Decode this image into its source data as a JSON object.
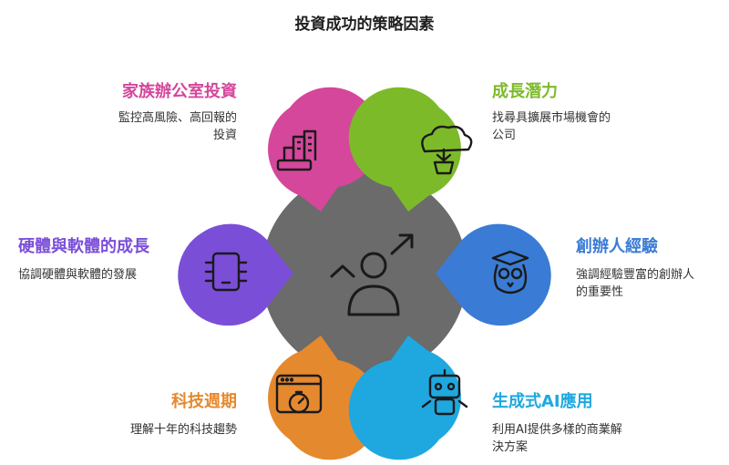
{
  "title": "投資成功的策略因素",
  "colors": {
    "center": "#6b6b6b",
    "family_office": "#d4479b",
    "growth": "#7dba2a",
    "hardware": "#7b4ed8",
    "founder": "#3a7bd5",
    "tech_cycle": "#e5892e",
    "genai": "#1fa8df"
  },
  "items": {
    "family_office": {
      "title": "家族辦公室投資",
      "desc_line1": "監控高風險、高回報的",
      "desc_line2": "投資",
      "icon": "city-buildings-icon"
    },
    "growth": {
      "title": "成長潛力",
      "desc_line1": "找尋具擴展市場機會的",
      "desc_line2": "公司",
      "icon": "bonsai-tree-icon"
    },
    "hardware": {
      "title": "硬體與軟體的成長",
      "desc_line1": "協調硬體與軟體的發展",
      "icon": "microchip-icon"
    },
    "founder": {
      "title": "創辦人經驗",
      "desc_line1": "強調經驗豐富的創辦人",
      "desc_line2": "的重要性",
      "icon": "graduate-owl-icon"
    },
    "tech_cycle": {
      "title": "科技週期",
      "desc_line1": "理解十年的科技趨勢",
      "icon": "stopwatch-window-icon"
    },
    "genai": {
      "title": "生成式AI應用",
      "desc_line1": "利用AI提供多樣的商業解",
      "desc_line2": "決方案",
      "icon": "robot-icon"
    }
  }
}
